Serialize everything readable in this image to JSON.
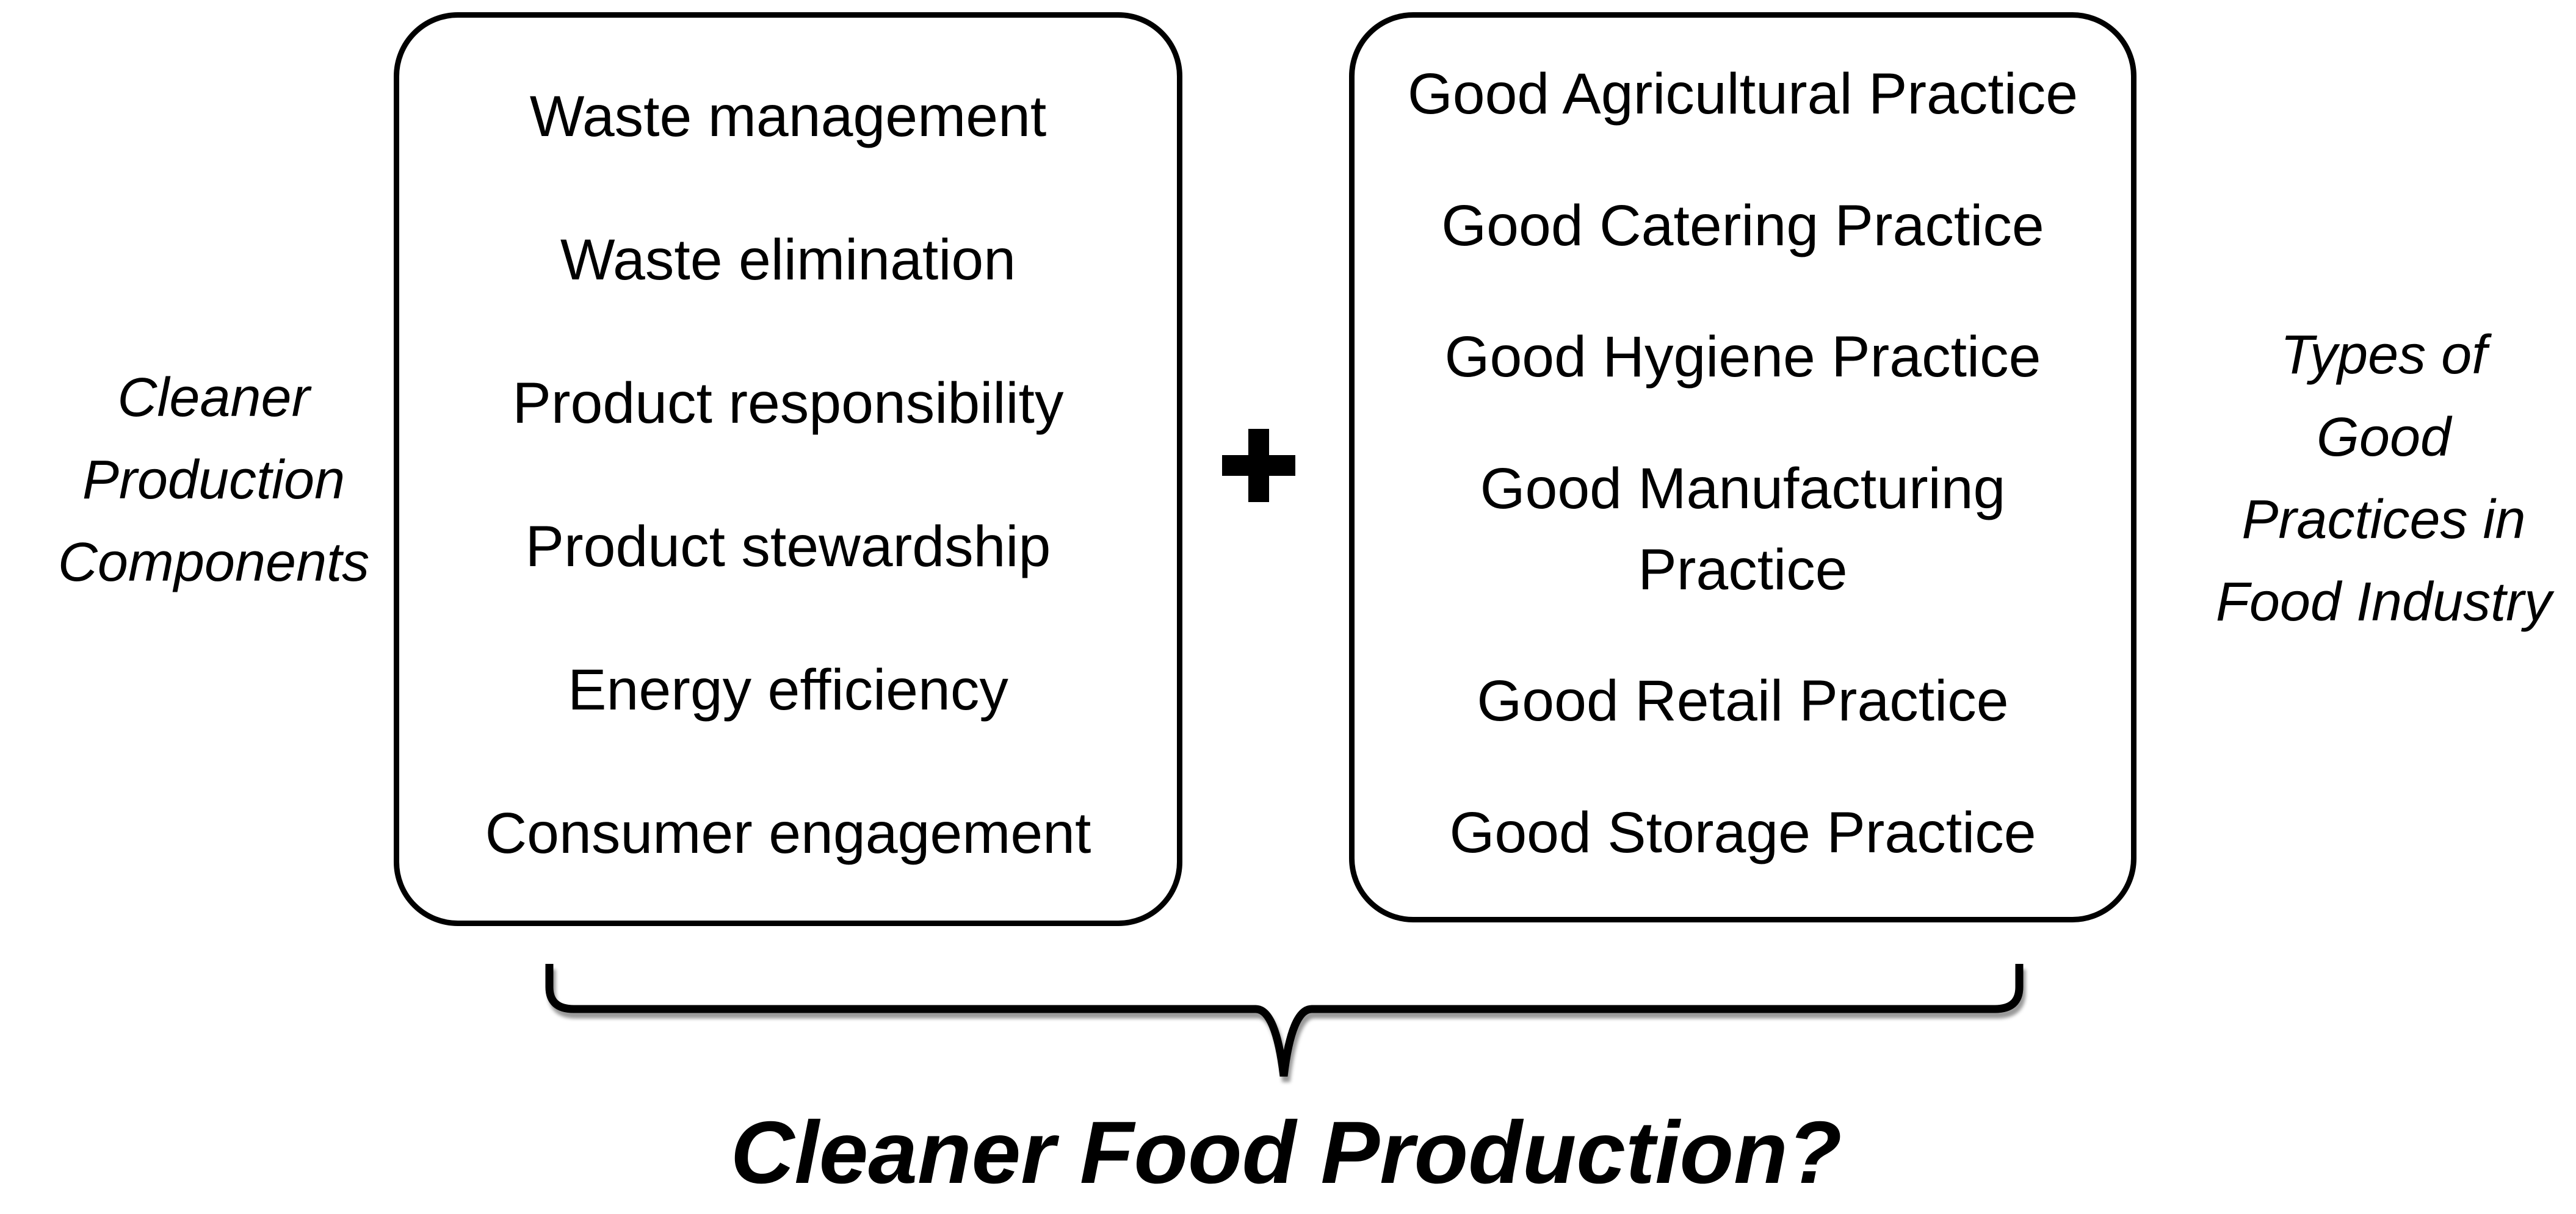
{
  "left_label": {
    "lines": [
      "Cleaner",
      "Production",
      "Components"
    ]
  },
  "left_box": {
    "items": [
      "Waste management",
      "Waste elimination",
      "Product responsibility",
      "Product stewardship",
      "Energy efficiency",
      "Consumer engagement"
    ]
  },
  "plus_sign": "+",
  "right_box": {
    "items": [
      "Good Agricultural Practice",
      "Good Catering Practice",
      "Good Hygiene Practice",
      "Good Manufacturing\nPractice",
      "Good Retail Practice",
      "Good Storage Practice"
    ]
  },
  "right_label": {
    "lines": [
      "Types of",
      "Good",
      "Practices in",
      "Food Industry"
    ]
  },
  "title": "Cleaner Food Production?",
  "colors": {
    "ink": "#000000",
    "background": "#ffffff"
  }
}
